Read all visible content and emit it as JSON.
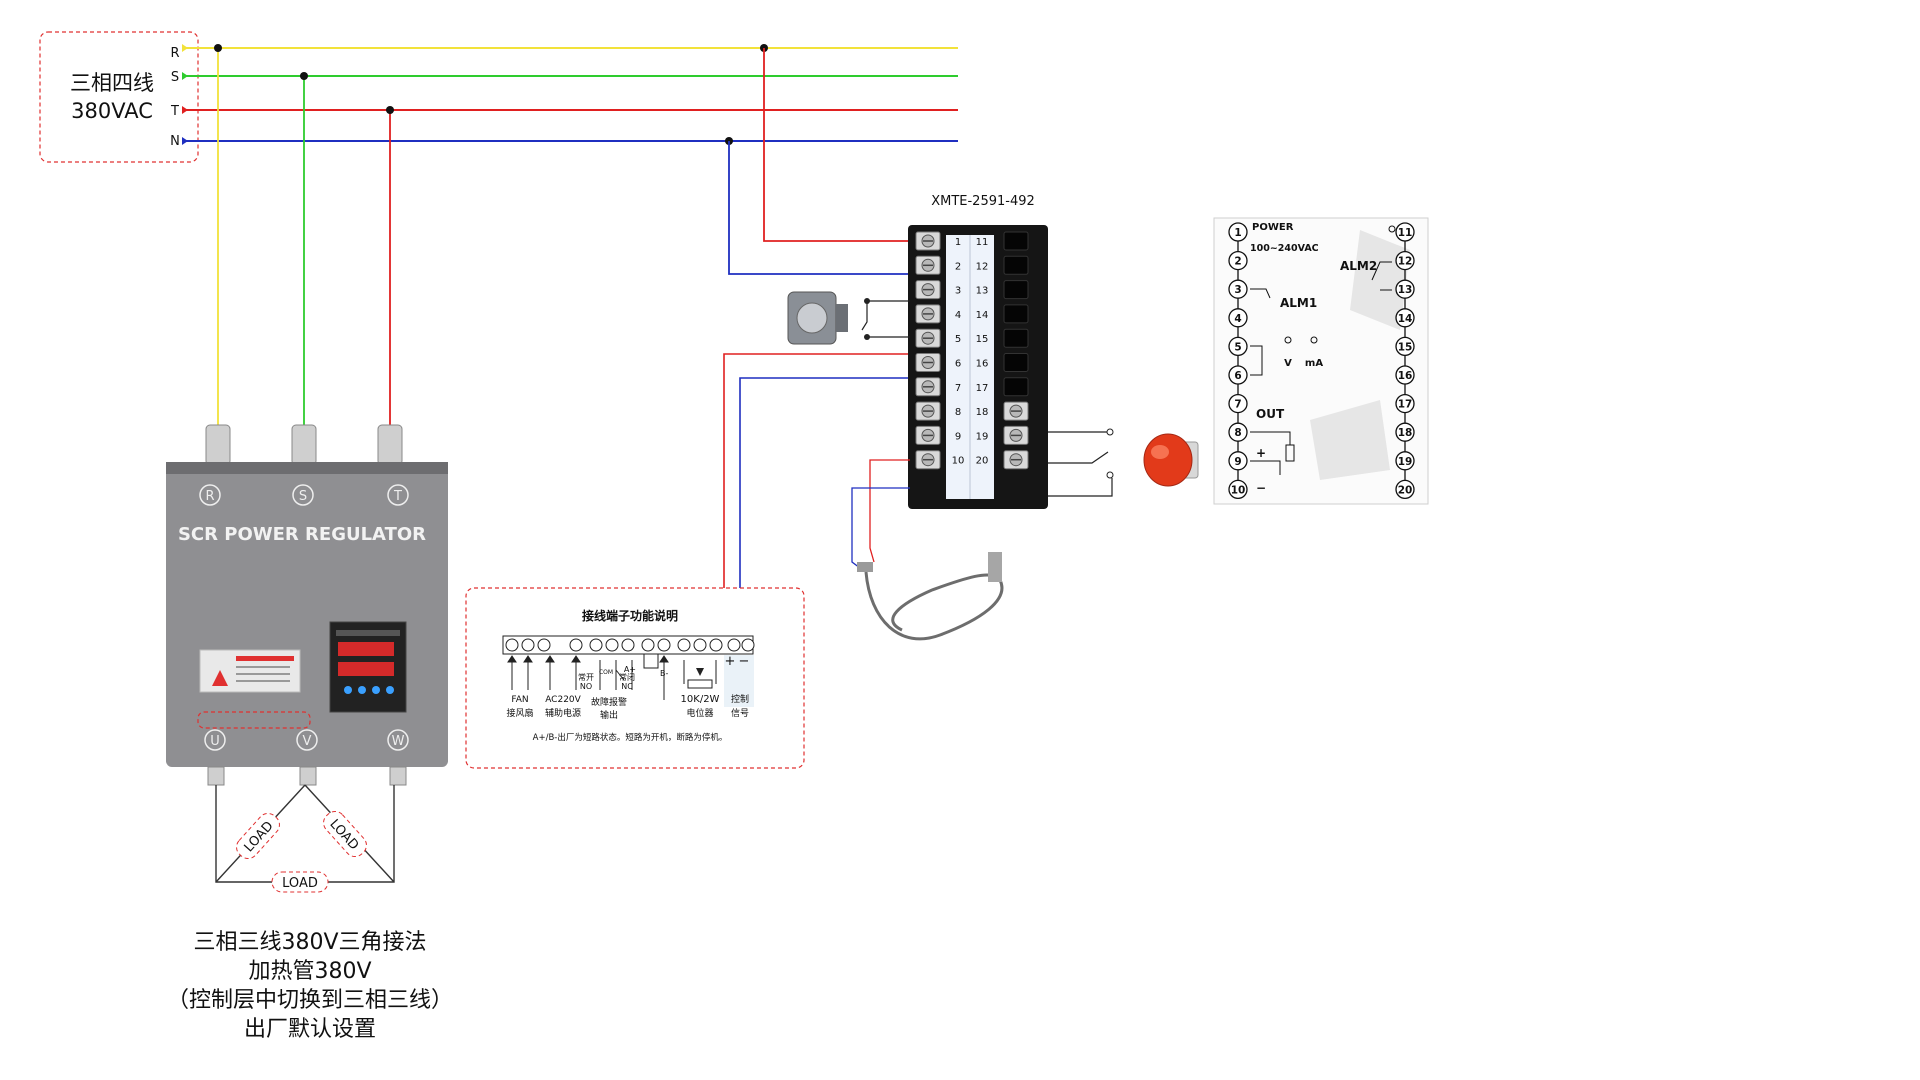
{
  "supply": {
    "title_line1": "三相四线",
    "title_line2": "380VAC",
    "lines": [
      "R",
      "S",
      "T",
      "N"
    ],
    "colors": {
      "R": "#f2e23a",
      "S": "#2ecc2e",
      "T": "#e02020",
      "N": "#1f2fc0"
    }
  },
  "regulator": {
    "name": "SCR POWER REGULATOR",
    "input_terminals": [
      "R",
      "S",
      "T"
    ],
    "output_terminals": [
      "U",
      "V",
      "W"
    ],
    "load_label": "LOAD",
    "body_color": "#8f8f92"
  },
  "terminal_info": {
    "title": "接线端子功能说明",
    "fan_label": "FAN",
    "fan_desc": "接风扇",
    "aux_label": "AC220V",
    "aux_desc": "辅助电源",
    "no_label": "常开",
    "no_code": "NO",
    "com_label": "COM",
    "nc_label": "常闭",
    "nc_code": "NC",
    "fault_desc_1": "故障报警",
    "fault_desc_2": "输出",
    "a_label": "A+",
    "b_label": "B-",
    "pot_label": "10K/2W",
    "pot_desc": "电位器",
    "plus": "+",
    "minus": "−",
    "ctrl_desc_1": "控制",
    "ctrl_desc_2": "信号",
    "note": "A+/B-出厂为短路状态。短路为开机，断路为停机。"
  },
  "controller": {
    "model": "XMTE-2591-492",
    "left_numbers": [
      "1",
      "2",
      "3",
      "4",
      "5",
      "6",
      "7",
      "8",
      "9",
      "10"
    ],
    "right_numbers": [
      "11",
      "12",
      "13",
      "14",
      "15",
      "16",
      "17",
      "18",
      "19",
      "20"
    ]
  },
  "pinout": {
    "power_label": "POWER",
    "power_range": "100~240VAC",
    "alm1_label": "ALM1",
    "alm2_label": "ALM2",
    "out_label": "OUT",
    "v_label": "V",
    "ma_label": "mA",
    "plus": "+",
    "minus": "−",
    "left_pins": [
      "1",
      "2",
      "3",
      "4",
      "5",
      "6",
      "7",
      "8",
      "9",
      "10"
    ],
    "right_pins": [
      "11",
      "12",
      "13",
      "14",
      "15",
      "16",
      "17",
      "18",
      "19",
      "20"
    ]
  },
  "caption": {
    "line1": "三相三线380V三角接法",
    "line2": "加热管380V",
    "line3": "（控制层中切换到三相三线）",
    "line4": "出厂默认设置"
  }
}
